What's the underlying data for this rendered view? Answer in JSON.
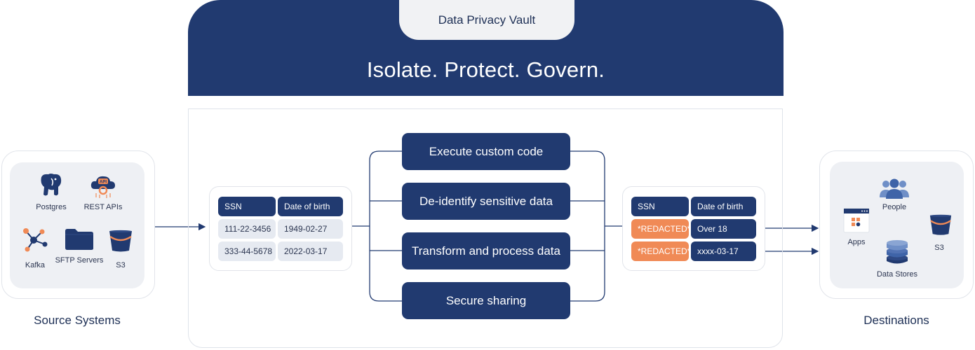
{
  "vault": {
    "tab_label": "Data Privacy Vault",
    "banner_title": "Isolate. Protect. Govern."
  },
  "sources": {
    "caption": "Source Systems",
    "items": [
      {
        "label": "Postgres",
        "icon": "postgres-elephant-icon"
      },
      {
        "label": "REST APIs",
        "icon": "api-cloud-gear-icon"
      },
      {
        "label": "Kafka",
        "icon": "kafka-network-icon"
      },
      {
        "label": "SFTP Servers",
        "icon": "folder-icon"
      },
      {
        "label": "S3",
        "icon": "bucket-icon"
      }
    ]
  },
  "input_table": {
    "headers": [
      "SSN",
      "Date of birth"
    ],
    "rows": [
      [
        "111-22-3456",
        "1949-02-27"
      ],
      [
        "333-44-5678",
        "2022-03-17"
      ]
    ]
  },
  "operations": [
    "Execute custom code",
    "De-identify sensitive data",
    "Transform and process data",
    "Secure sharing"
  ],
  "output_table": {
    "headers": [
      "SSN",
      "Date of birth"
    ],
    "rows": [
      [
        "*REDACTED*",
        "Over 18"
      ],
      [
        "*REDACTED*",
        "xxxx-03-17"
      ]
    ]
  },
  "destinations": {
    "caption": "Destinations",
    "items": [
      {
        "label": "People",
        "icon": "people-icon"
      },
      {
        "label": "Apps",
        "icon": "app-window-icon"
      },
      {
        "label": "S3",
        "icon": "bucket-icon"
      },
      {
        "label": "Data Stores",
        "icon": "database-icon"
      }
    ]
  },
  "colors": {
    "navy": "#213a70",
    "accent_orange": "#f08a56",
    "light_panel": "#eef0f4"
  }
}
